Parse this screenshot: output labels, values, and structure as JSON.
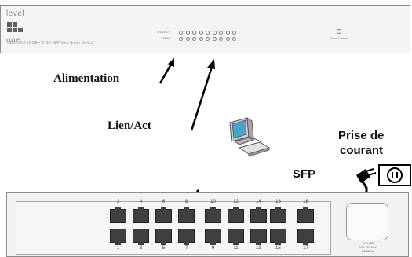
{
  "front": {
    "logo_line1": "level",
    "logo_line2": "one",
    "model_text": "GES-1652  16 GE + 2 GE SFP Web Smart Switch",
    "led_row_label_top": "LNK/ACT",
    "led_row_label_bottom": "PWR",
    "reset_label": "Reset Default"
  },
  "labels": {
    "alimentation": "Alimentation",
    "lien_act": "Lien/Act",
    "sfp": "SFP",
    "prise_line1": "Prise de",
    "prise_line2": "courant"
  },
  "rear": {
    "top_numbers": [
      "2",
      "4",
      "6",
      "8",
      "10",
      "12",
      "14",
      "16"
    ],
    "bottom_numbers": [
      "1",
      "3",
      "5",
      "7",
      "9",
      "11",
      "13",
      "15"
    ],
    "sfp_top": "18",
    "sfp_bottom": "17",
    "ac_line1": "AC LINE",
    "ac_line2": "100-240 VAC",
    "ac_line3": "50/60 Hz"
  },
  "icons": {
    "computer": "computer-icon",
    "power_outlet": "power-outlet-icon",
    "power_plug": "power-plug-icon"
  }
}
